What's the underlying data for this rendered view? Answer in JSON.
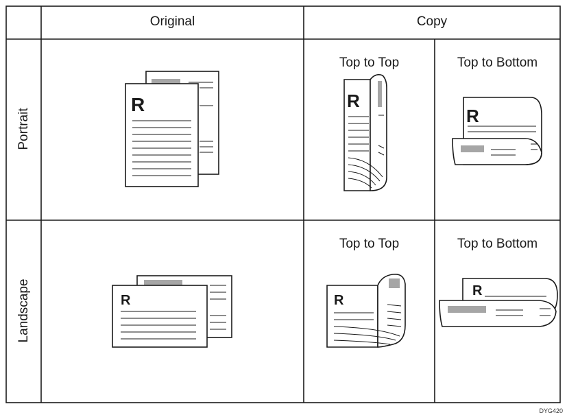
{
  "header": {
    "original": "Original",
    "copy": "Copy"
  },
  "rows": {
    "portrait": {
      "label": "Portrait",
      "top_to_top": "Top to Top",
      "top_to_bottom": "Top to Bottom"
    },
    "landscape": {
      "label": "Landscape",
      "top_to_top": "Top to Top",
      "top_to_bottom": "Top to Bottom"
    }
  },
  "page_letter": "R",
  "figure_code": "DYG420",
  "colors": {
    "line": "#1a1a1a",
    "gray_bar": "#a6a6a6",
    "background": "#ffffff"
  }
}
